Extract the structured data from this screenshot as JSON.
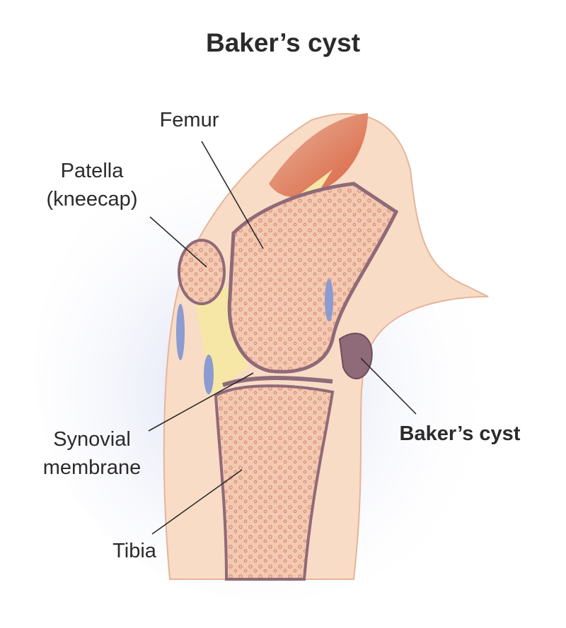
{
  "title": "Baker’s cyst",
  "labels": {
    "femur": "Femur",
    "patella_line1": "Patella",
    "patella_line2": "(kneecap)",
    "synovial_line1": "Synovial",
    "synovial_line2": "membrane",
    "tibia": "Tibia",
    "bakers_cyst": "Baker’s cyst"
  },
  "colors": {
    "skin": "#f8dcc6",
    "bone": "#f3c9b2",
    "bone_spots": "#d98a70",
    "cartilage_fat": "#f6e7a6",
    "synovial": "#8f6a78",
    "bursa": "#8c9bd0",
    "muscle": "#e07a5a",
    "leader_line": "#2b2b2b"
  }
}
